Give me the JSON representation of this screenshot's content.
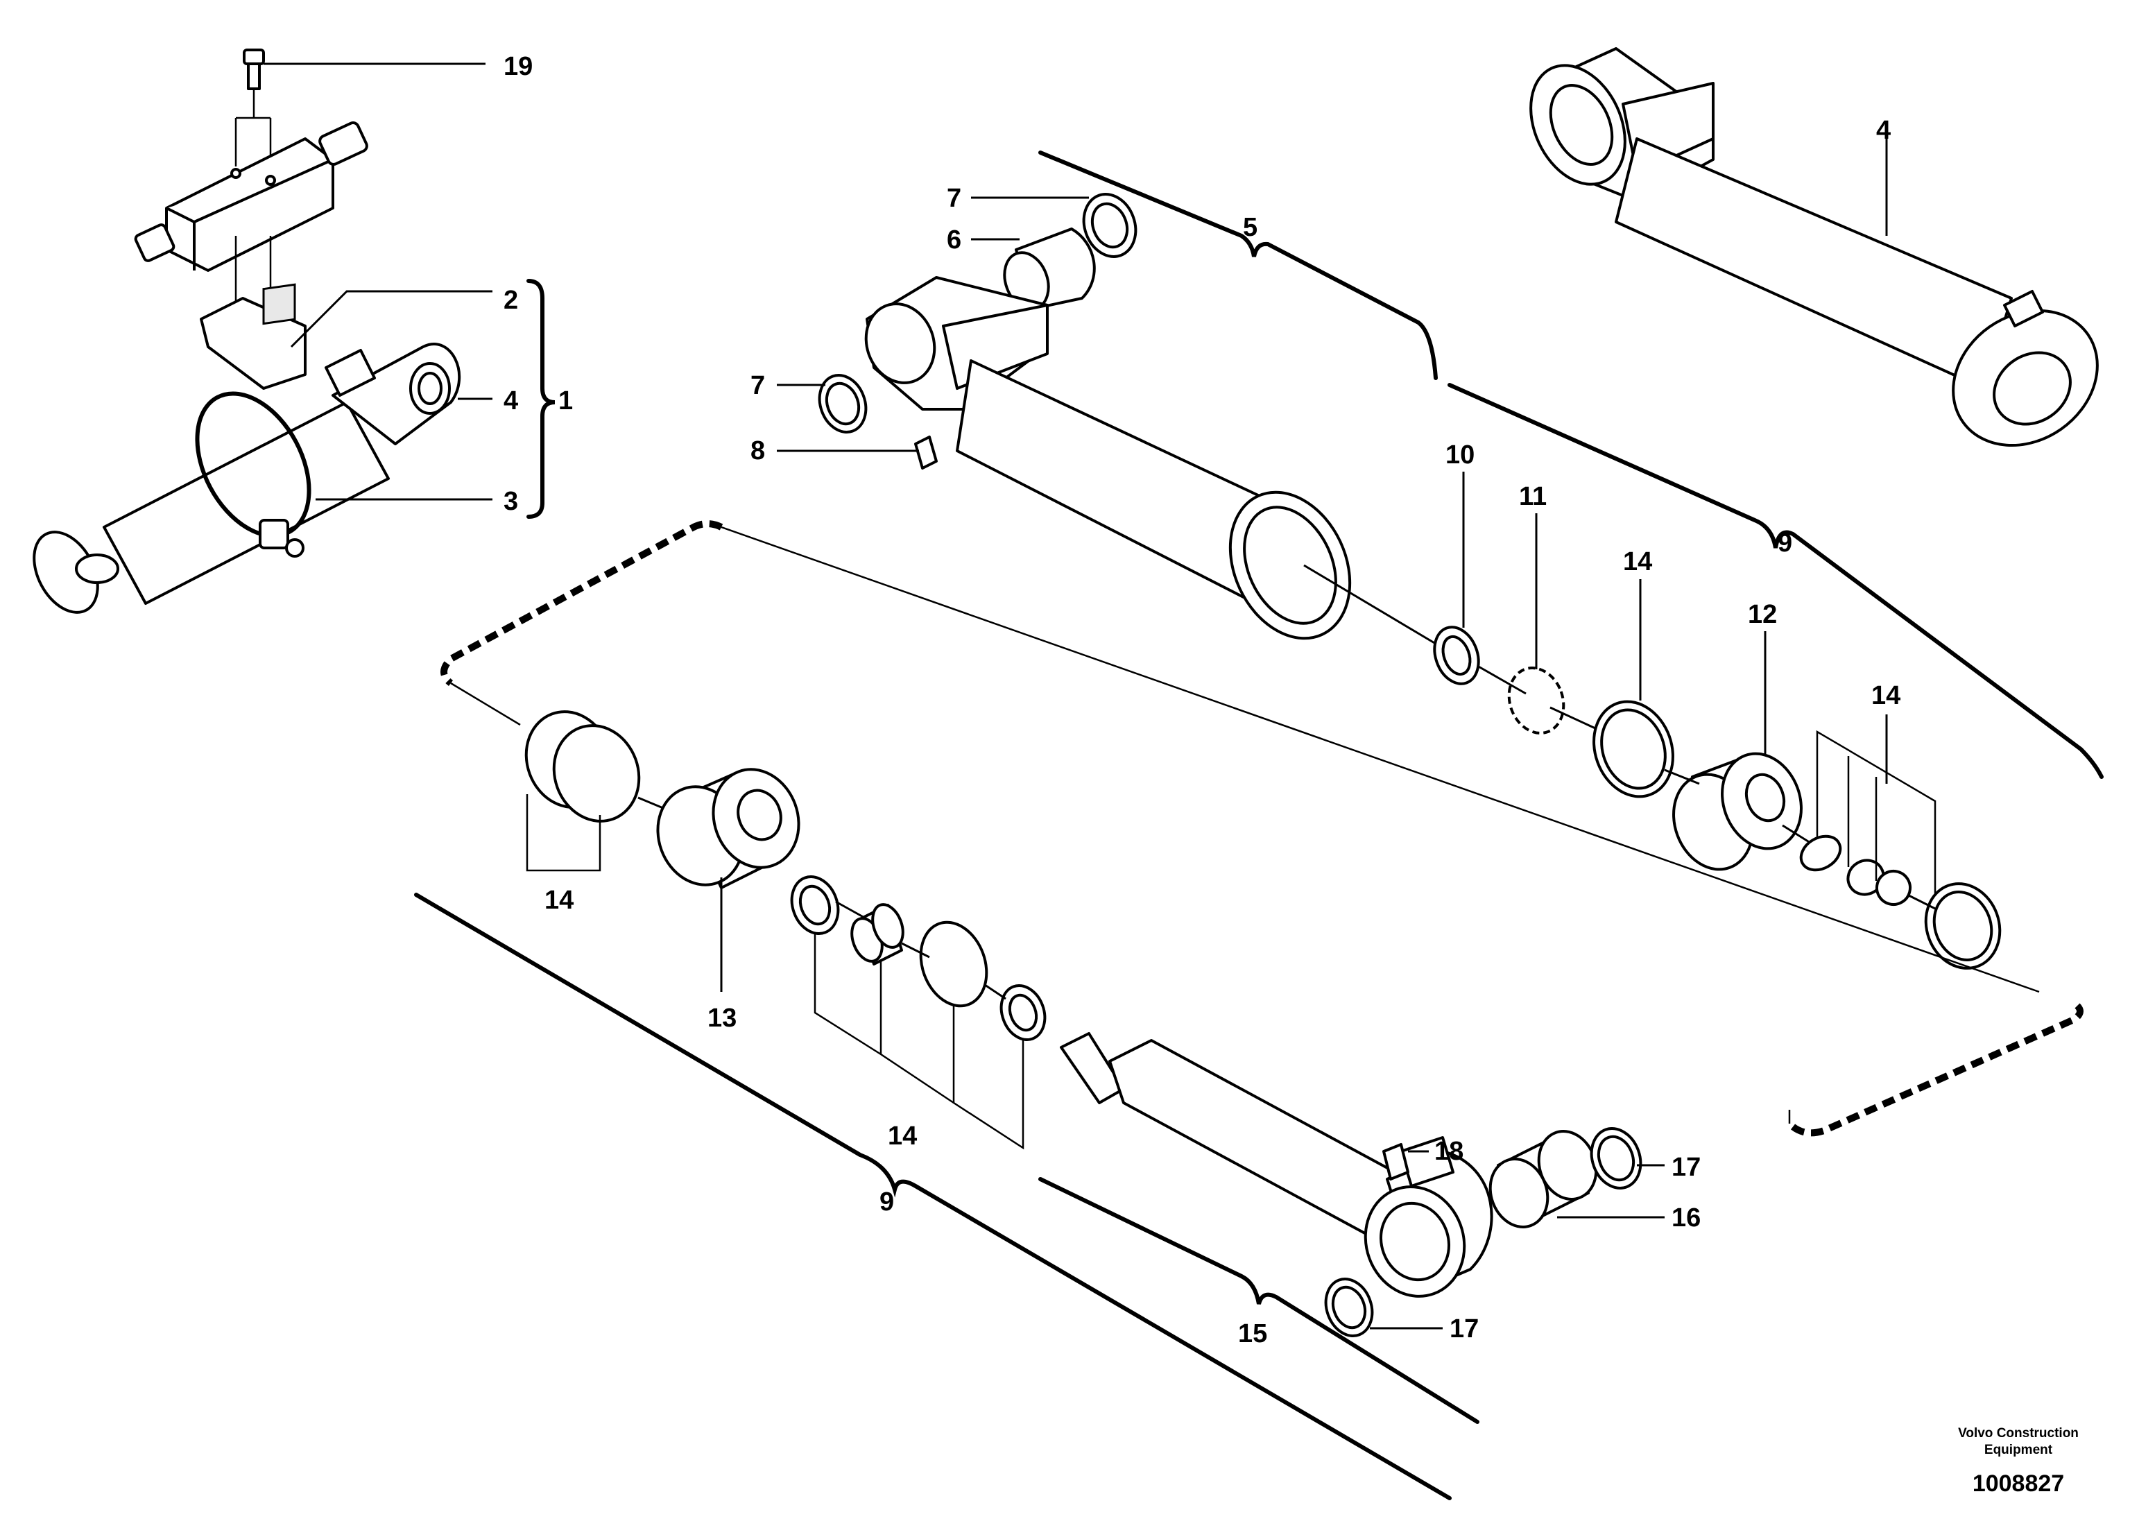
{
  "diagram": {
    "callouts": {
      "c19": "19",
      "c2": "2",
      "c4a": "4",
      "c1": "1",
      "c3": "3",
      "c7a": "7",
      "c6": "6",
      "c5": "5",
      "c7b": "7",
      "c8": "8",
      "c4b": "4",
      "c10": "10",
      "c11": "11",
      "c14a": "14",
      "c9a": "9",
      "c12": "12",
      "c14b": "14",
      "c14c": "14",
      "c13": "13",
      "c14d": "14",
      "c9b": "9",
      "c18": "18",
      "c17a": "17",
      "c16": "16",
      "c17b": "17",
      "c15": "15"
    }
  },
  "footer": {
    "brand_line1": "Volvo Construction",
    "brand_line2": "Equipment",
    "code": "1008827"
  }
}
